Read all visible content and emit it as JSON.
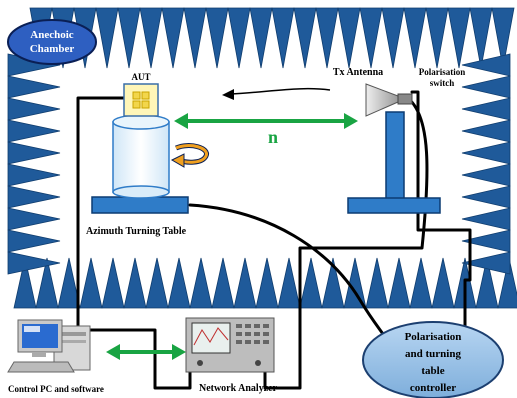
{
  "labels": {
    "anechoic_chamber": [
      "Anechoic",
      "Chamber"
    ],
    "aut": "AUT",
    "tx_antenna": "Tx Antenna",
    "polarisation_switch": [
      "Polarisation",
      "switch"
    ],
    "distance": "n",
    "azimuth_table": "Azimuth Turning Table",
    "controller": [
      "Polarisation",
      "and turning",
      "table",
      "controller"
    ],
    "network_analyzer": "Network Analyzer",
    "control_pc": "Control PC and software"
  },
  "colors": {
    "absorber": "#1f5a9a",
    "absorber_dark": "#103d6e",
    "link_arrow": "#19a443",
    "chamber_badge": "#2e5fc1",
    "controller_fill": "#9fc4e8",
    "table_blue": "#2f7cc8",
    "cable": "#000000"
  }
}
